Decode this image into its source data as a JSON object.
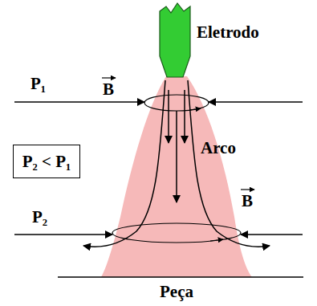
{
  "diagram": {
    "nodes": [
      {
        "text": [
          "P₂ < P₁"
        ]
      }
    ],
    "labels": [
      "Eletrodo",
      "P₁",
      "B",
      "Arco",
      "B",
      "P₂",
      "Peça"
    ]
  }
}
